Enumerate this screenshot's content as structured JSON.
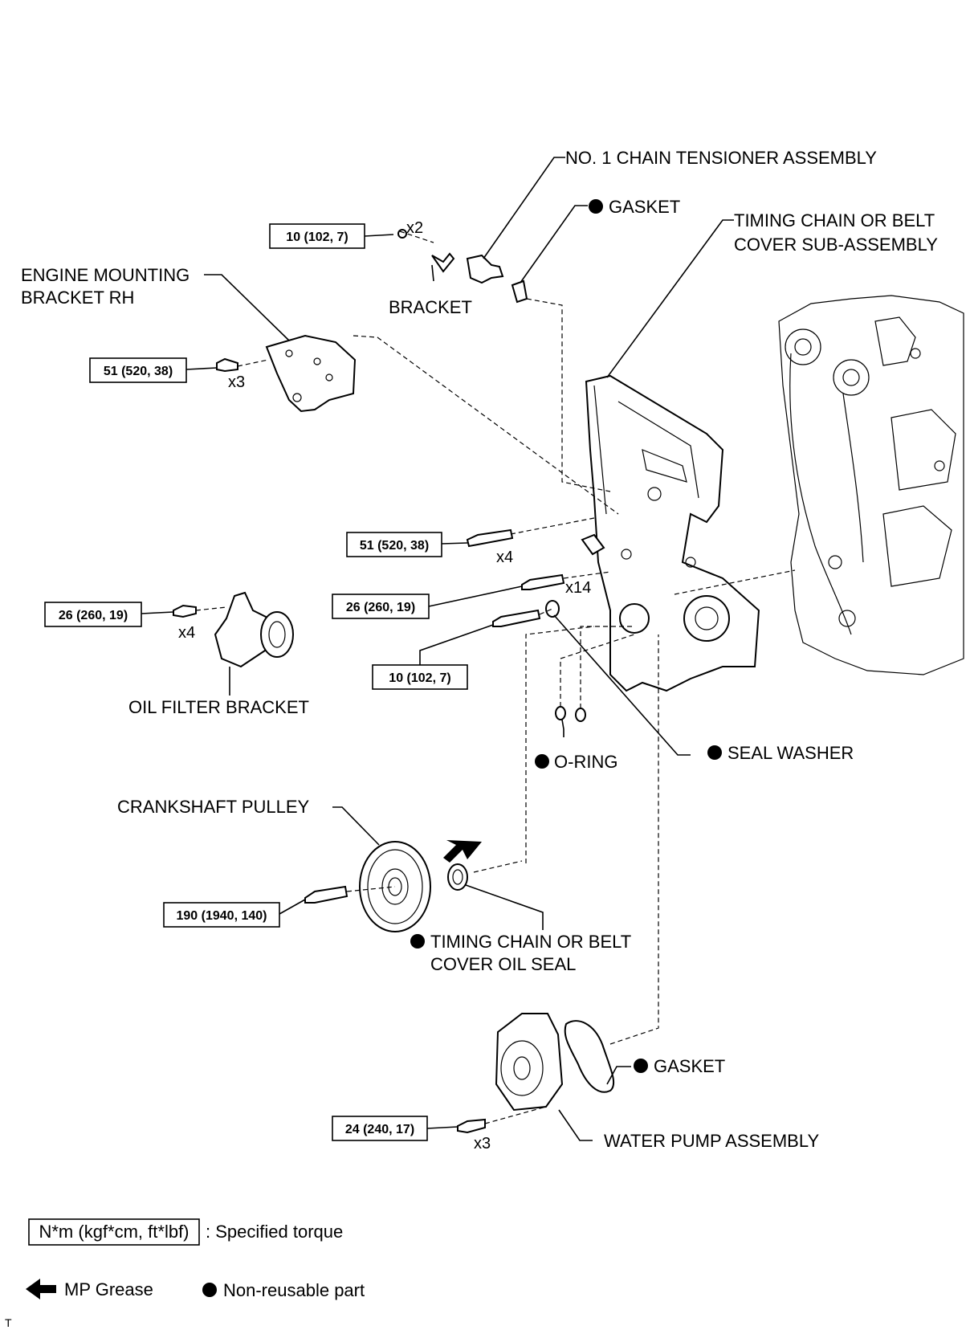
{
  "labels": {
    "tensioner": "NO. 1 CHAIN TENSIONER ASSEMBLY",
    "gasket_top": "GASKET",
    "cover_line1": "TIMING CHAIN OR BELT",
    "cover_line2": "COVER SUB-ASSEMBLY",
    "bracket": "BRACKET",
    "mount_line1": "ENGINE MOUNTING",
    "mount_line2": "BRACKET RH",
    "oil_filter_bracket": "OIL FILTER BRACKET",
    "o_ring": "O-RING",
    "seal_washer": "SEAL WASHER",
    "crank_pulley": "CRANKSHAFT PULLEY",
    "oil_seal_line1": "TIMING CHAIN OR BELT",
    "oil_seal_line2": "COVER OIL SEAL",
    "gasket_pump": "GASKET",
    "water_pump": "WATER PUMP ASSEMBLY"
  },
  "torques": {
    "bracket_bolt": "10 (102, 7)",
    "mount_bolt": "51 (520, 38)",
    "cover_bolt_51": "51 (520, 38)",
    "oil_filter_bolt": "26 (260, 19)",
    "cover_bolt_26": "26 (260, 19)",
    "cover_bolt_10": "10 (102, 7)",
    "pulley_bolt": "190 (1940, 140)",
    "pump_bolt": "24 (240, 17)"
  },
  "quantities": {
    "bracket_nut": "x2",
    "mount_bolt": "x3",
    "cover_bolt_51": "x4",
    "oil_filter_bolt": "x4",
    "cover_bolt_26": "x14",
    "pump_bolt": "x3"
  },
  "legend": {
    "torque_box": "N*m (kgf*cm, ft*lbf)",
    "torque_text": ": Specified torque",
    "grease": "MP Grease",
    "non_reusable": "Non-reusable part"
  },
  "footer_code": "T"
}
